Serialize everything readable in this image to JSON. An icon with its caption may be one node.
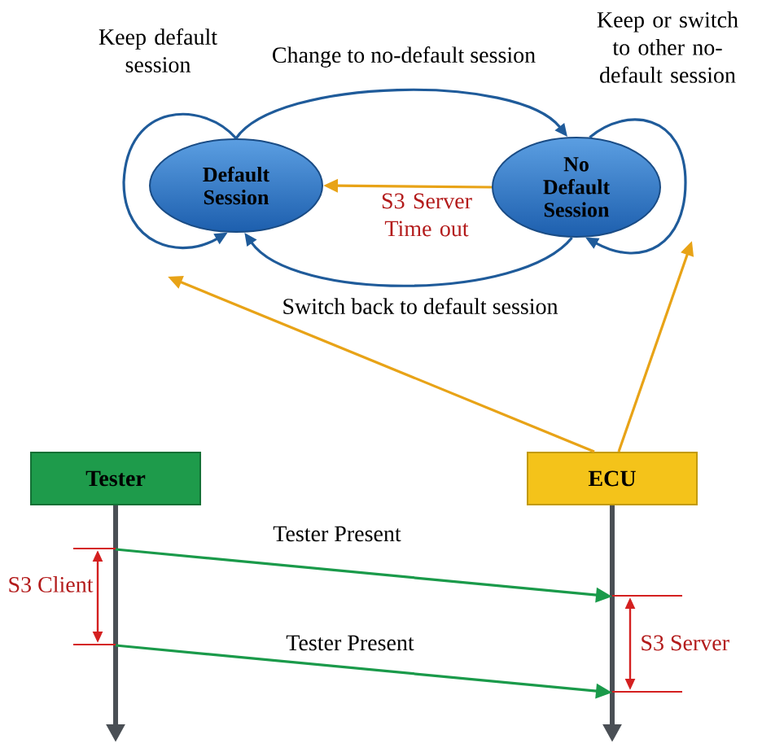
{
  "diagram": {
    "nodes": [
      {
        "text": [
          "Default Session"
        ]
      },
      {
        "text": [
          "No Default Session"
        ]
      },
      {
        "text": [
          "Tester"
        ]
      },
      {
        "text": [
          "ECU"
        ]
      }
    ],
    "edges": [
      {
        "from": 0,
        "to": 0,
        "arrow": "to",
        "label": "Keep default session"
      },
      {
        "from": 0,
        "to": 1,
        "arrow": "to",
        "label": "Change to no-default session"
      },
      {
        "from": 1,
        "to": 1,
        "arrow": "to",
        "label": "Keep or switch to other no-default session"
      },
      {
        "from": 1,
        "to": 0,
        "arrow": "to",
        "label": "S3 Server Time out",
        "color": "#e8a317"
      },
      {
        "from": 1,
        "to": 0,
        "arrow": "to",
        "label": "Switch back to default session"
      },
      {
        "from": 3,
        "to": null,
        "arrow": "to",
        "color": "#e8a317"
      },
      {
        "from": 3,
        "to": null,
        "arrow": "to",
        "color": "#e8a317"
      },
      {
        "from": 2,
        "to": 3,
        "arrow": "to",
        "label": "Tester Present",
        "color": "#1a9a4a"
      },
      {
        "from": 2,
        "to": 3,
        "arrow": "to",
        "label": "Tester Present",
        "color": "#1a9a4a"
      }
    ],
    "labels": [
      "S3 Client",
      "S3 Server"
    ]
  }
}
